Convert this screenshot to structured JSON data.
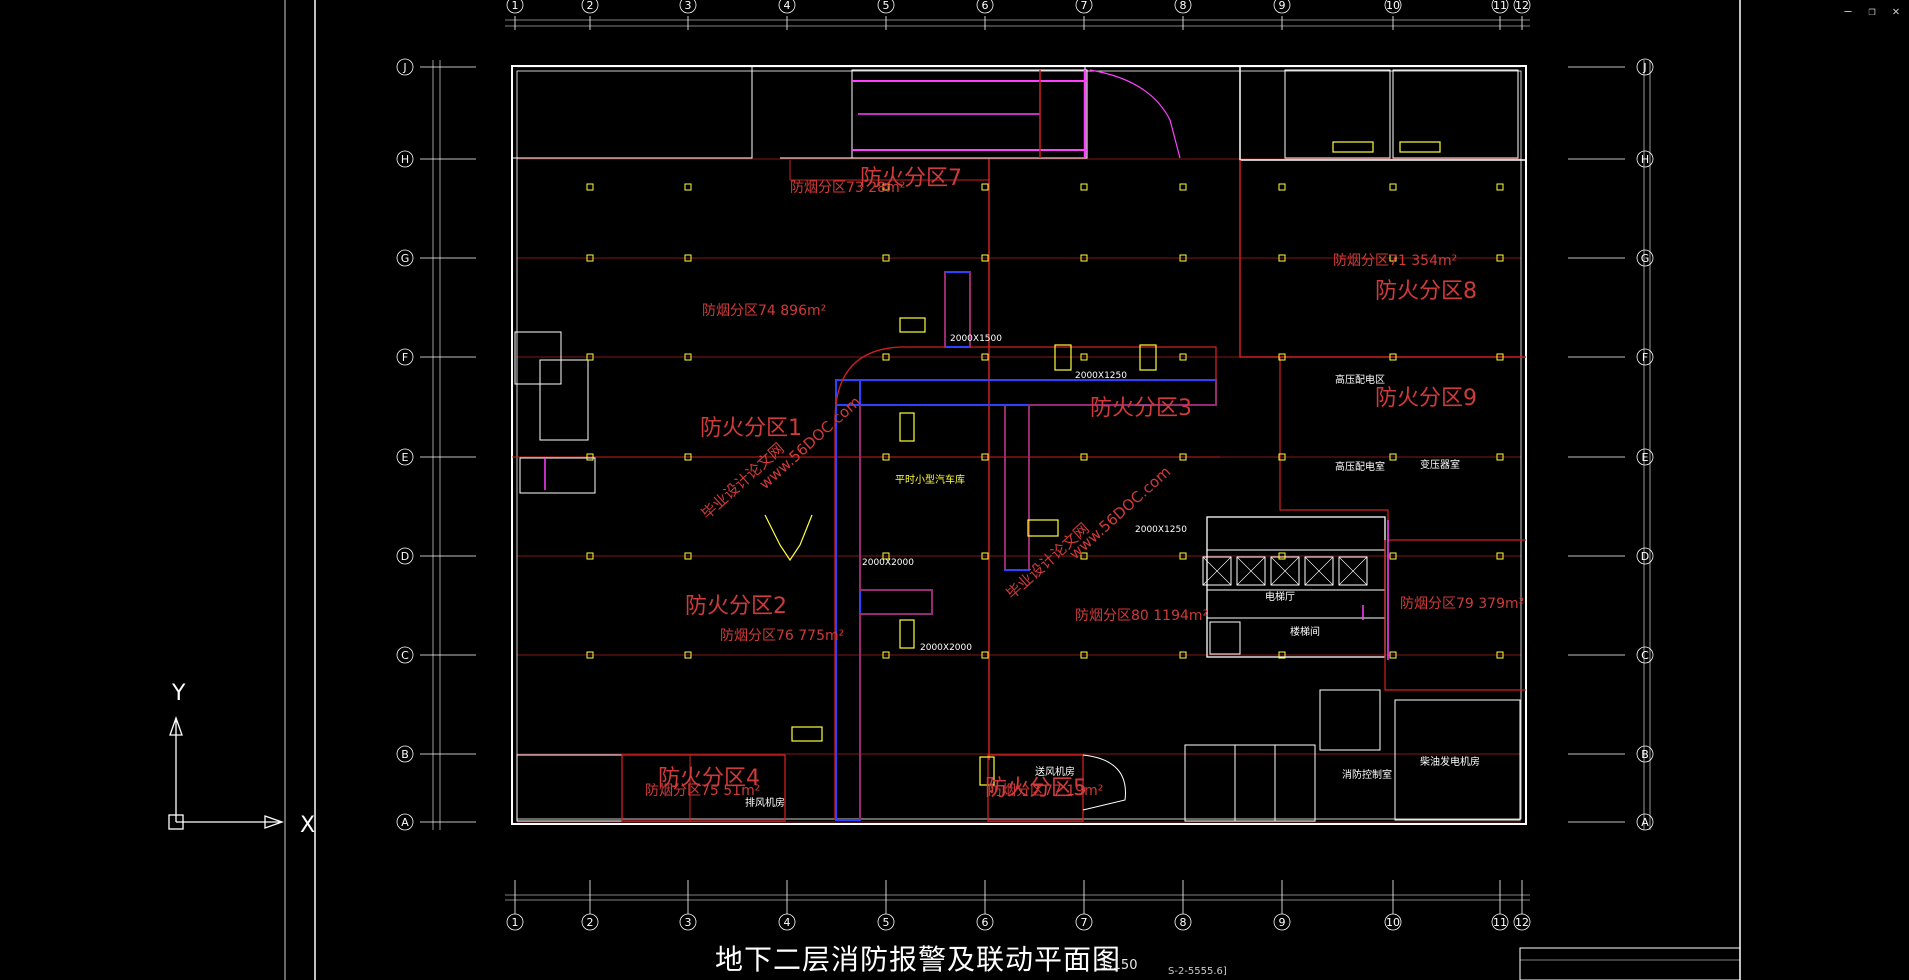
{
  "window": {
    "minimize": "–",
    "restore": "❐",
    "close": "✕"
  },
  "title": "地下二层消防报警及联动平面图",
  "scale": "1:150",
  "drawing_code": "S-2-5555.6]",
  "grid_columns": [
    "1",
    "2",
    "3",
    "4",
    "5",
    "6",
    "7",
    "8",
    "9",
    "10",
    "11",
    "12"
  ],
  "grid_rows": [
    "A",
    "B",
    "C",
    "D",
    "E",
    "F",
    "G",
    "H",
    "J"
  ],
  "axis_labels": {
    "x": "X",
    "y": "Y"
  },
  "fire_zones": [
    "防火分区1",
    "防火分区2",
    "防火分区3",
    "防火分区4",
    "防火分区5",
    "防火分区7",
    "防火分区8",
    "防火分区9"
  ],
  "smoke_zones": [
    "防烟分区71 354m²",
    "防烟分区74 896m²",
    "防烟分区73 28m²",
    "防烟分区76 775m²",
    "防烟分区75 51m²",
    "防烟分区77 19m²",
    "防烟分区80 1194m²",
    "防烟分区79 379m²"
  ],
  "room_labels": [
    "平时小型汽车库",
    "电梯厅",
    "高压配电区",
    "变压器室",
    "楼梯间",
    "送风机房",
    "排风机房",
    "柴油发电机房",
    "消防控制室",
    "高压配电室"
  ],
  "duct_labels": [
    "2000X1500",
    "2000X1250",
    "2000X1250",
    "2000X2000",
    "2000X2000"
  ],
  "watermarks": [
    "毕业设计论文网",
    "www.56DOC.com",
    "毕业设计论文网",
    "www.56DOC.com"
  ],
  "colors": {
    "wall": "#ffffff",
    "grid": "#ff4040",
    "zone_text": "#d03a3a",
    "duct_blue": "#2a3aff",
    "magenta": "#ff40ff",
    "yellow": "#ffff3a",
    "boundary_red": "#d02020"
  }
}
